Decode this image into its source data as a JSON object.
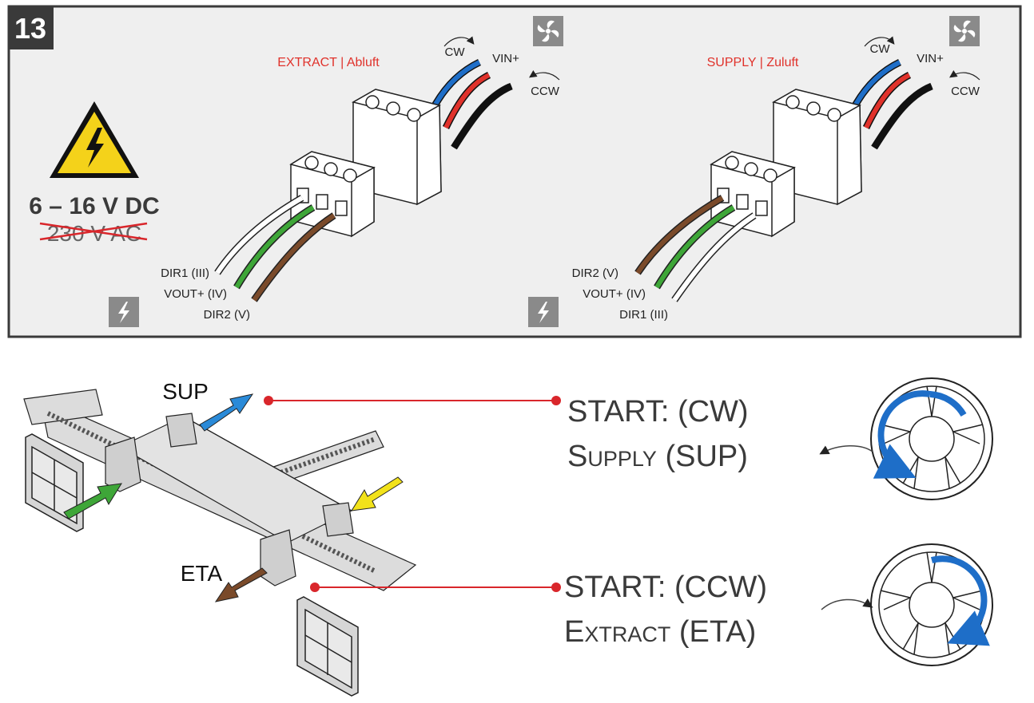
{
  "step_number": "13",
  "voltage": {
    "allowed": "6 – 16 V DC",
    "crossed_out": "230 V AC"
  },
  "extract_connector": {
    "title": "EXTRACT | Abluft",
    "cw": "CW",
    "vin": "VIN+",
    "ccw": "CCW",
    "left_wires": [
      "DIR1 (III)",
      "VOUT+ (IV)",
      "DIR2 (V)"
    ]
  },
  "supply_connector": {
    "title": "SUPPLY | Zuluft",
    "cw": "CW",
    "vin": "VIN+",
    "ccw": "CCW",
    "left_wires": [
      "DIR2 (V)",
      "VOUT+ (IV)",
      "DIR1 (III)"
    ]
  },
  "airflow": {
    "sup_label": "SUP",
    "eta_label": "ETA"
  },
  "rotation": {
    "cw_start": "START: (CW)",
    "cw_name": "Supply (SUP)",
    "ccw_start": "START: (CCW)",
    "ccw_name": "Extract (ETA)"
  },
  "colors": {
    "wire_blue": "#1e6ec8",
    "wire_red": "#e0322b",
    "wire_black": "#111111",
    "wire_white": "#ffffff",
    "wire_green": "#3ea638",
    "wire_brown": "#7a4a2a",
    "panel_bg": "#efefef",
    "badge": "#3a3a3a",
    "warning_yellow": "#f4d21a",
    "title_red": "#e0322b",
    "leader_red": "#d9262b",
    "arrow_supply": "#2a8ad8",
    "arrow_outdoor": "#3ea638",
    "arrow_room": "#f2e21a",
    "arrow_exhaust": "#7a4a2a"
  },
  "icons": [
    "fan-icon",
    "power-icon",
    "warning-electric-icon"
  ]
}
